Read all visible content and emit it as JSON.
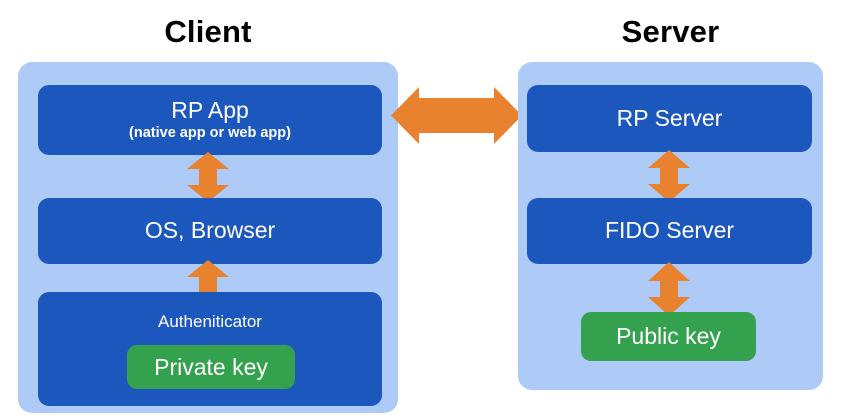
{
  "diagram": {
    "title_client": "Client",
    "title_server": "Server",
    "colors": {
      "panel_light_blue": "#aecbf8",
      "box_dark_blue": "#1b57bc",
      "key_green": "#34a14e",
      "arrow_orange": "#e8822f",
      "text_white": "#ffffff",
      "title_black": "#000000",
      "background": "#ffffff"
    }
  },
  "client": {
    "label": "Client",
    "boxes": {
      "rp_app": {
        "title": "RP App",
        "subtitle": "(native app or web app)"
      },
      "os_browser": {
        "title": "OS, Browser"
      },
      "authenticator": {
        "title": "Autheniticator",
        "key": "Private key"
      }
    }
  },
  "server": {
    "label": "Server",
    "boxes": {
      "rp_server": {
        "title": "RP Server"
      },
      "fido_server": {
        "title": "FIDO Server"
      },
      "public_key": {
        "title": "Public key"
      }
    }
  },
  "arrows": [
    {
      "name": "rp-app-to-os-browser",
      "direction": "bidirectional-vertical"
    },
    {
      "name": "os-browser-to-authenticator",
      "direction": "bidirectional-vertical"
    },
    {
      "name": "client-to-server",
      "direction": "bidirectional-horizontal"
    },
    {
      "name": "rp-server-to-fido-server",
      "direction": "bidirectional-vertical"
    },
    {
      "name": "fido-server-to-public-key",
      "direction": "bidirectional-vertical"
    }
  ]
}
